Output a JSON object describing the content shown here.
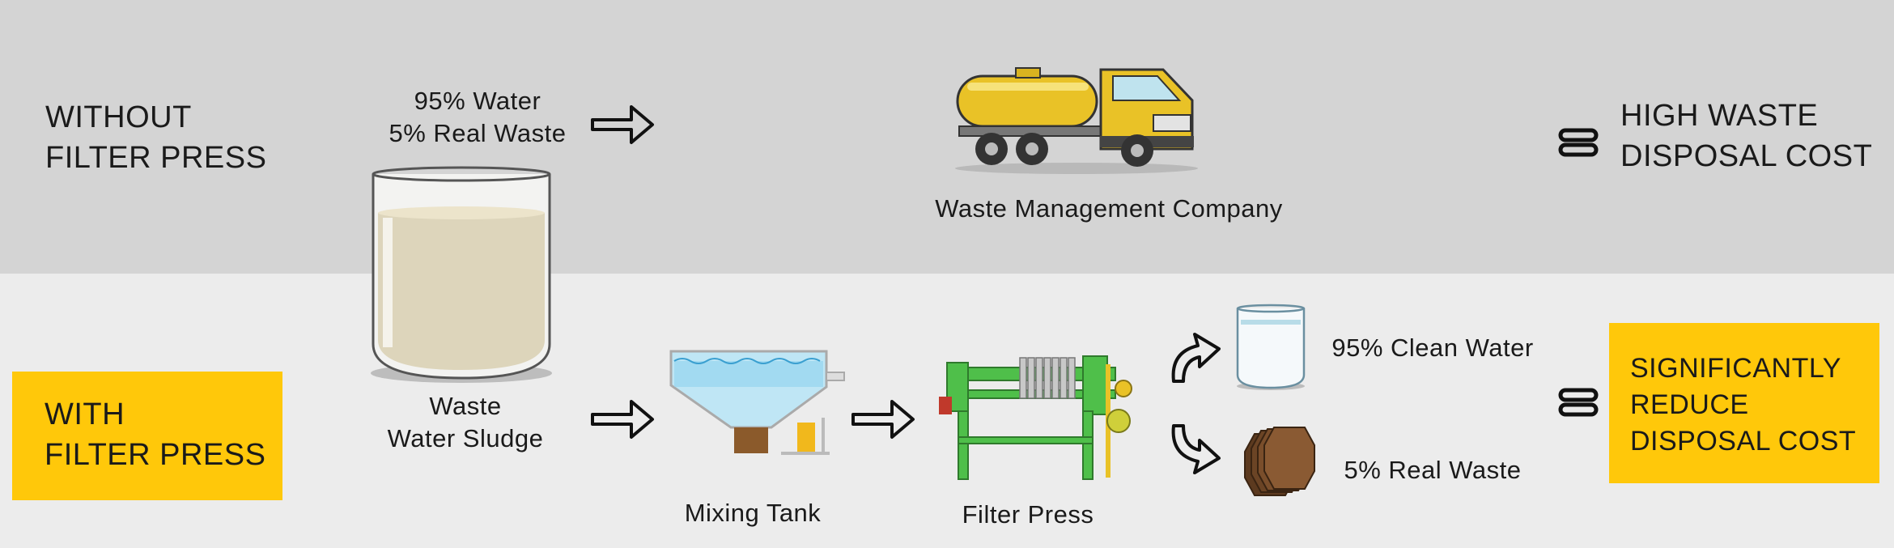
{
  "without": {
    "heading": "WITHOUT\nFILTER PRESS",
    "composition": "95% Water\n5% Real Waste",
    "company_label": "Waste Management Company",
    "result": "HIGH WASTE\nDISPOSAL COST"
  },
  "with": {
    "heading": "WITH\nFILTER PRESS",
    "sludge_label": "Waste\nWater Sludge",
    "mixing_label": "Mixing Tank",
    "filter_label": "Filter Press",
    "clean_water_label": "95% Clean Water",
    "real_waste_label": "5% Real Waste",
    "result": "SIGNIFICANTLY\nREDUCE\nDISPOSAL COST"
  },
  "colors": {
    "top_band": "#d4d4d4",
    "bottom_band": "#ececec",
    "accent_yellow": "#ffc80a",
    "truck_yellow": "#e9c227",
    "press_green": "#4fbf4a"
  }
}
